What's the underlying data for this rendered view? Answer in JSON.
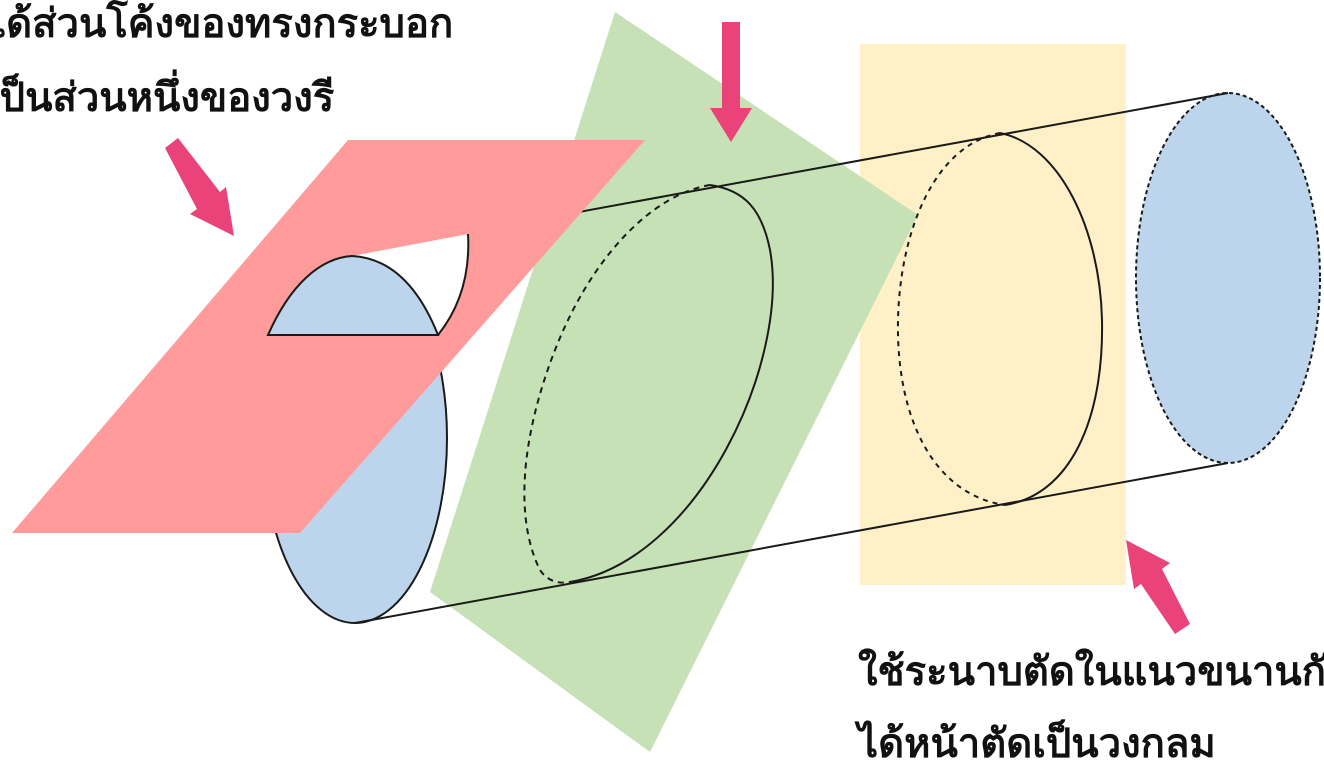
{
  "labels": {
    "top_line1": "ได้ส่วนโค้งของทรงกระบอก",
    "top_line2": "เป็นส่วนหนึ่งของวงรี",
    "bottom_line1": "ใช้ระนาบตัดในแนวขนานกับ",
    "bottom_line2": "ได้หน้าตัดเป็นวงกลม"
  },
  "colors": {
    "red_plane": "#ff9b9a",
    "green_plane": "#c5e1b5",
    "yellow_plane": "#fff0c7",
    "circle_fill": "#bcd5ed",
    "arrow": "#e9437a",
    "outline": "#1a1a1a"
  },
  "icons": {
    "arrow_red_plane": "arrow-down-right-icon",
    "arrow_green_plane": "arrow-down-icon",
    "arrow_yellow_plane": "arrow-up-left-icon"
  }
}
